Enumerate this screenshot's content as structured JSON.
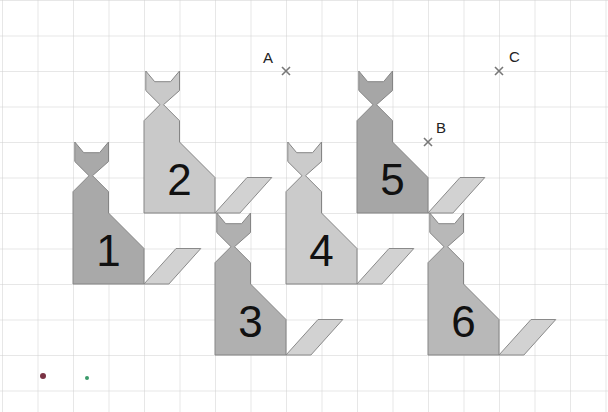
{
  "diagram": {
    "nodes": [
      {
        "text": [
          "1"
        ]
      },
      {
        "text": [
          "2"
        ]
      },
      {
        "text": [
          "3"
        ]
      },
      {
        "text": [
          "4"
        ]
      },
      {
        "text": [
          "5"
        ]
      },
      {
        "text": [
          "6"
        ]
      }
    ],
    "labels": [
      "A",
      "B",
      "C"
    ]
  }
}
